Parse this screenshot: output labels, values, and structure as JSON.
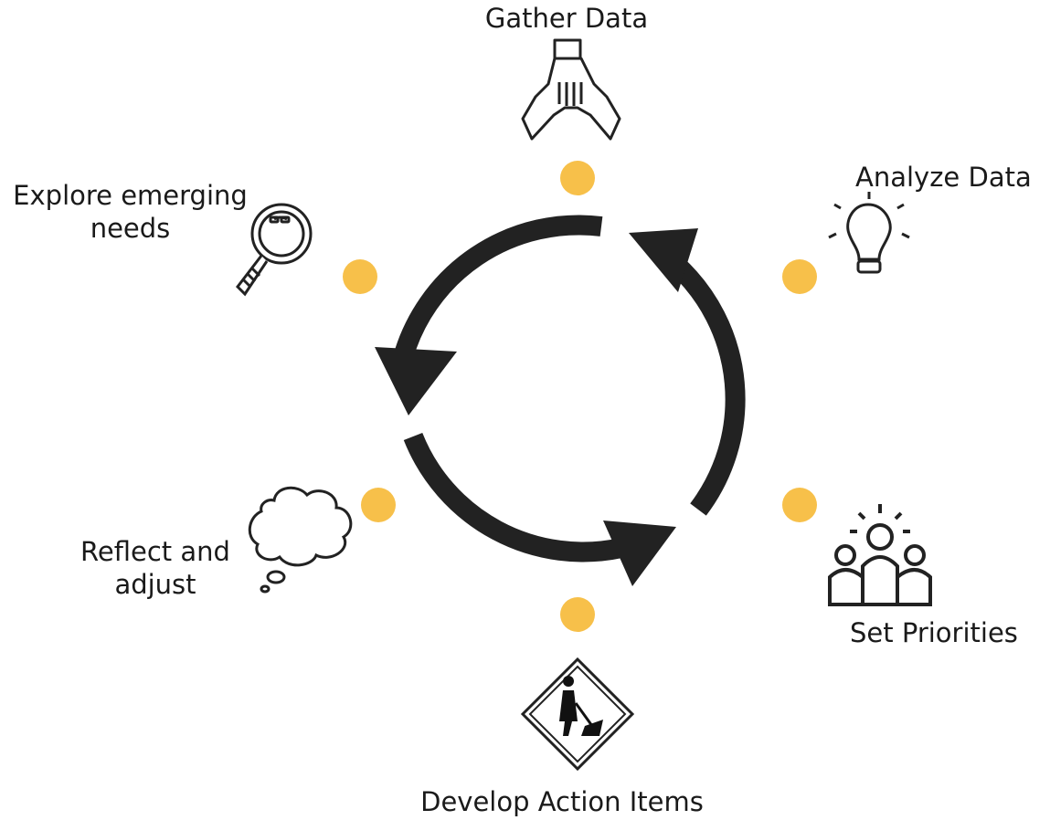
{
  "colors": {
    "dot": "#F7C04A",
    "stroke": "#222222"
  },
  "steps": [
    {
      "label": "Gather Data",
      "icon": "hands-together-icon"
    },
    {
      "label": "Analyze Data",
      "icon": "lightbulb-icon"
    },
    {
      "label": "Set Priorities",
      "icon": "team-idea-icon"
    },
    {
      "label": "Develop Action Items",
      "icon": "road-work-sign-icon"
    },
    {
      "label": "Reflect and",
      "label2": "adjust",
      "icon": "thought-cloud-icon"
    },
    {
      "label": "Explore emerging",
      "label2": "needs",
      "icon": "magnifying-glass-icon"
    }
  ]
}
